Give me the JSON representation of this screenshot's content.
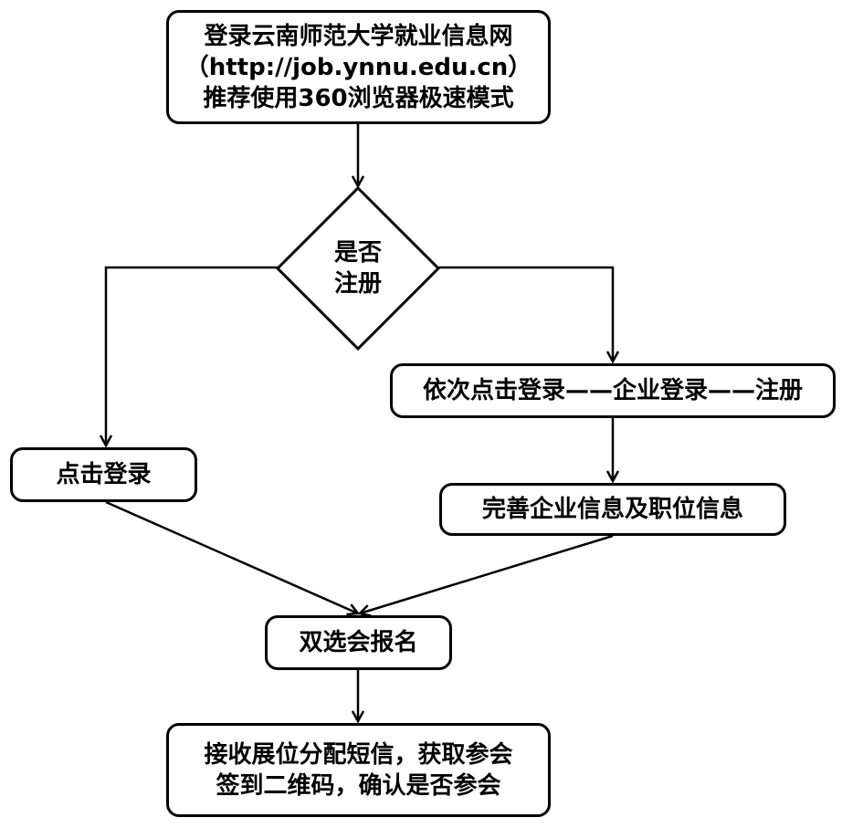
{
  "nodes": {
    "start": {
      "lines": [
        "登录云南师范大学就业信息网",
        "（http://job.ynnu.edu.cn）",
        "推荐使用360浏览器极速模式"
      ]
    },
    "decision": {
      "lines": [
        "是否",
        "注册"
      ]
    },
    "click_login": {
      "lines": [
        "点击登录"
      ]
    },
    "register_path": {
      "lines": [
        "依次点击登录——企业登录——注册"
      ]
    },
    "complete_info": {
      "lines": [
        "完善企业信息及职位信息"
      ]
    },
    "job_fair_signup": {
      "lines": [
        "双选会报名"
      ]
    },
    "final": {
      "lines": [
        "接收展位分配短信，获取参会",
        "签到二维码，确认是否参会"
      ]
    }
  },
  "colors": {
    "stroke": "#000000",
    "fill": "#ffffff"
  }
}
